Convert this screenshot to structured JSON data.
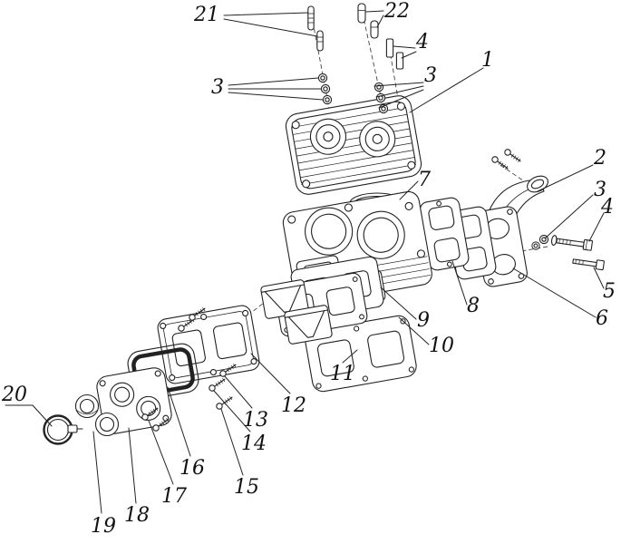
{
  "style": {
    "background": "#ffffff",
    "line_color": "#222222",
    "label_color": "#111111"
  },
  "figure": {
    "type": "exploded-parts-diagram"
  },
  "callouts": [
    {
      "id": "21",
      "label": "21"
    },
    {
      "id": "22",
      "label": "22"
    },
    {
      "id": "4-top",
      "label": "4"
    },
    {
      "id": "3-upper-left",
      "label": "3"
    },
    {
      "id": "3-upper-right",
      "label": "3"
    },
    {
      "id": "1",
      "label": "1"
    },
    {
      "id": "2",
      "label": "2"
    },
    {
      "id": "3-right",
      "label": "3"
    },
    {
      "id": "4-right",
      "label": "4"
    },
    {
      "id": "5",
      "label": "5"
    },
    {
      "id": "6",
      "label": "6"
    },
    {
      "id": "7",
      "label": "7"
    },
    {
      "id": "8",
      "label": "8"
    },
    {
      "id": "9",
      "label": "9"
    },
    {
      "id": "10",
      "label": "10"
    },
    {
      "id": "11",
      "label": "11"
    },
    {
      "id": "12",
      "label": "12"
    },
    {
      "id": "13",
      "label": "13"
    },
    {
      "id": "14",
      "label": "14"
    },
    {
      "id": "15",
      "label": "15"
    },
    {
      "id": "16",
      "label": "16"
    },
    {
      "id": "17",
      "label": "17"
    },
    {
      "id": "18",
      "label": "18"
    },
    {
      "id": "19",
      "label": "19"
    },
    {
      "id": "20",
      "label": "20"
    }
  ]
}
